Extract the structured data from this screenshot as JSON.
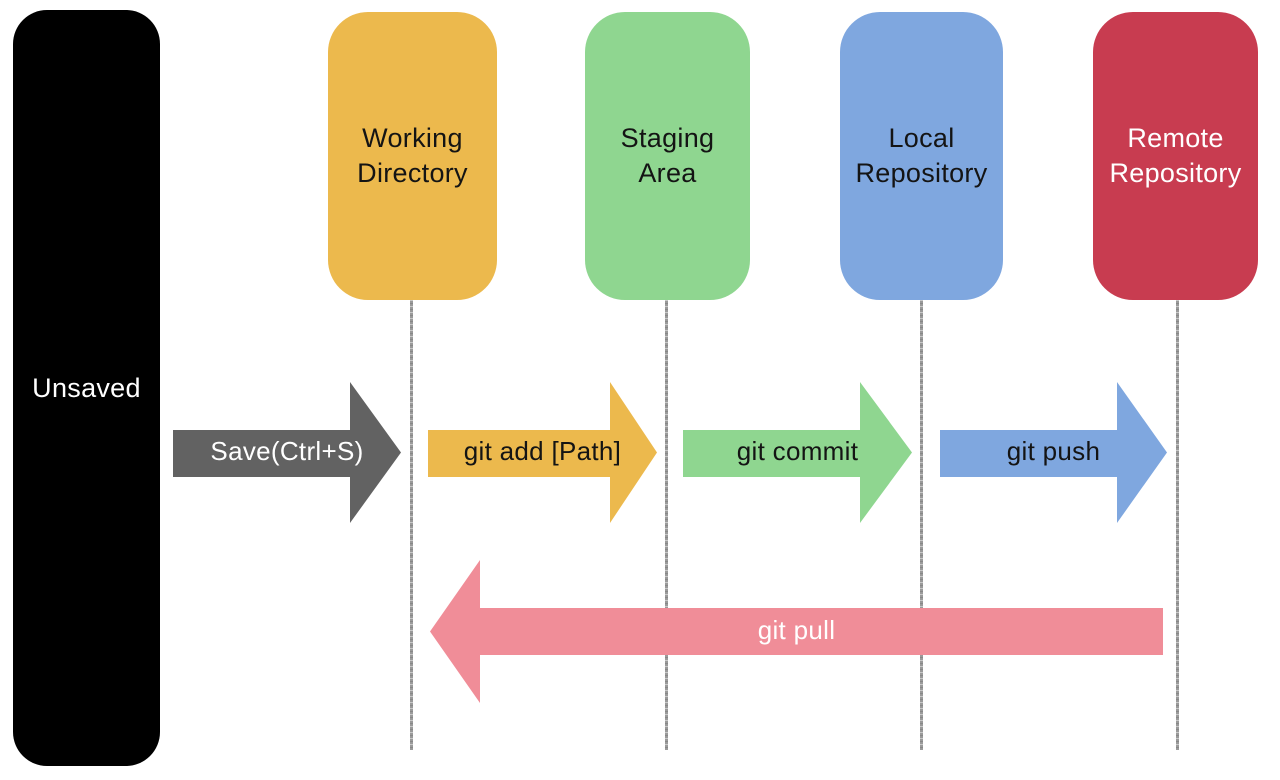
{
  "diagram": {
    "description": "Git workflow sequence diagram",
    "nodes": {
      "unsaved": {
        "label": "Unsaved",
        "bg": "#000000",
        "fg": "#ffffff"
      },
      "working_directory": {
        "label": "Working\nDirectory",
        "bg": "#ecb94d",
        "fg": "#141414"
      },
      "staging_area": {
        "label": "Staging\nArea",
        "bg": "#8fd690",
        "fg": "#141414"
      },
      "local_repository": {
        "label": "Local\nRepository",
        "bg": "#7fa7df",
        "fg": "#141414"
      },
      "remote_repository": {
        "label": "Remote\nRepository",
        "bg": "#c83c50",
        "fg": "#ffffff"
      }
    },
    "arrows": {
      "save": {
        "label": "Save(Ctrl+S)",
        "bg": "#626262",
        "fg": "#ffffff",
        "direction": "right",
        "from": "unsaved",
        "to": "working_directory"
      },
      "git_add": {
        "label": "git add [Path]",
        "bg": "#ecb94d",
        "fg": "#141414",
        "direction": "right",
        "from": "working_directory",
        "to": "staging_area"
      },
      "git_commit": {
        "label": "git commit",
        "bg": "#8fd690",
        "fg": "#141414",
        "direction": "right",
        "from": "staging_area",
        "to": "local_repository"
      },
      "git_push": {
        "label": "git push",
        "bg": "#7fa7df",
        "fg": "#141414",
        "direction": "right",
        "from": "local_repository",
        "to": "remote_repository"
      },
      "git_pull": {
        "label": "git pull",
        "bg": "#f08d98",
        "fg": "#ffffff",
        "direction": "left",
        "from": "remote_repository",
        "to": "working_directory"
      }
    },
    "lifeline_color": "#9a9a9a"
  }
}
